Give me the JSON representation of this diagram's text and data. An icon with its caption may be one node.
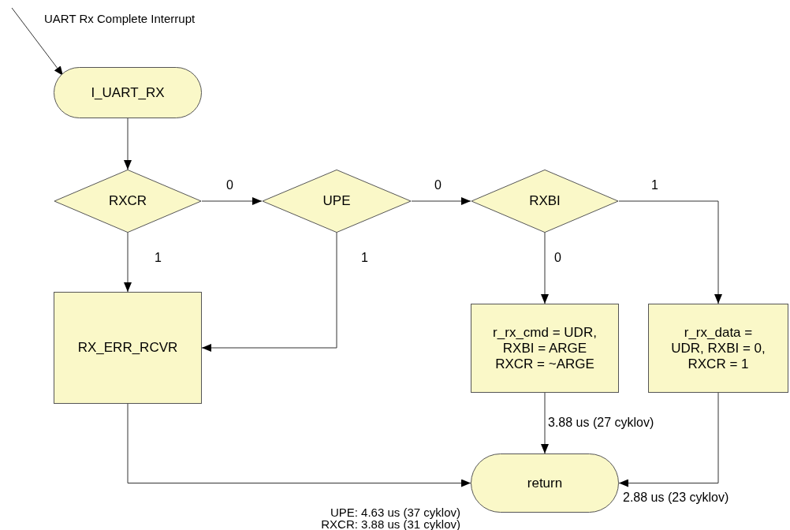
{
  "diagram": {
    "nodes": [
      {
        "text": [
          "I_UART_RX"
        ]
      },
      {
        "text": [
          "RXCR"
        ]
      },
      {
        "text": [
          "UPE"
        ]
      },
      {
        "text": [
          "RXBI"
        ]
      },
      {
        "text": [
          "RX_ERR_RCVR"
        ]
      },
      {
        "text": [
          "r_rx_cmd = UDR, RXBI = ARGE RXCR = ~ARGE"
        ]
      },
      {
        "text": [
          "r_rx_data = UDR, RXBI = 0, RXCR = 1"
        ]
      },
      {
        "text": [
          "return"
        ]
      }
    ],
    "edges": [
      {
        "from": null,
        "to": 0,
        "arrow": "to"
      },
      {
        "from": 0,
        "to": 1,
        "arrow": "to"
      },
      {
        "from": 1,
        "to": 2,
        "arrow": "to",
        "label": "0"
      },
      {
        "from": 2,
        "to": 3,
        "arrow": "to",
        "label": "0"
      },
      {
        "from": 3,
        "to": 6,
        "arrow": "to",
        "label": "1"
      },
      {
        "from": 1,
        "to": 4,
        "arrow": "to",
        "label": "1"
      },
      {
        "from": 2,
        "to": 4,
        "arrow": "to",
        "label": "1"
      },
      {
        "from": 3,
        "to": 5,
        "arrow": "to",
        "label": "0"
      },
      {
        "from": 5,
        "to": 7,
        "arrow": "to",
        "label": "3.88 us (27 cyklov)"
      },
      {
        "from": 6,
        "to": 7,
        "arrow": "to",
        "label": "2.88 us (23 cyklov)"
      },
      {
        "from": 4,
        "to": 7,
        "arrow": "to"
      }
    ],
    "labels": [
      "UART Rx Complete Interrupt",
      "UPE: 4.63 us (37 cyklov)",
      "RXCR: 3.88 us (31 cyklov)"
    ]
  }
}
